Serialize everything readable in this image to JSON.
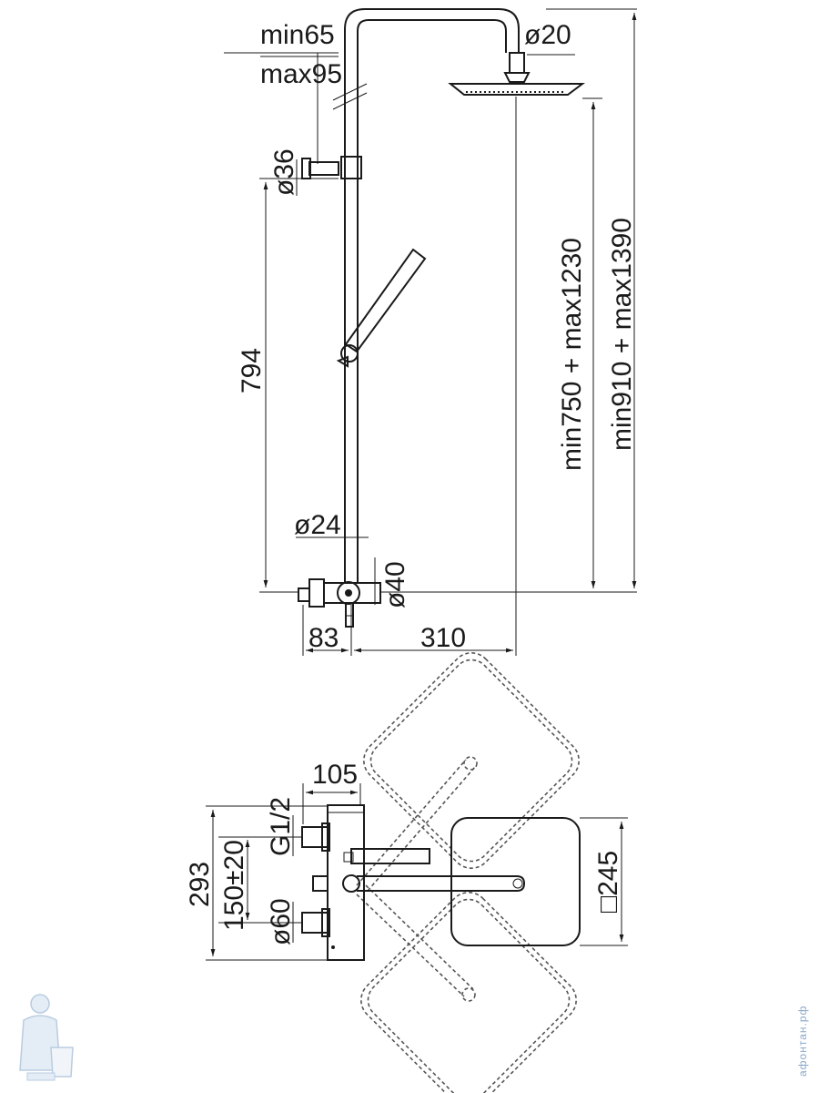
{
  "front_view": {
    "min_offset": "min65",
    "max_offset": "max95",
    "head_connector_diameter": "ø20",
    "bracket_diameter": "ø36",
    "rail_length": "794",
    "pipe_diameter": "ø24",
    "mixer_diameter": "ø40",
    "wall_to_axis": "83",
    "arm_reach": "310",
    "height_head": "min750 + max1230",
    "height_total": "min910 + max1390"
  },
  "top_view": {
    "mixer_depth": "105",
    "overall_width": "293",
    "inlet_spacing": "150±20",
    "thread": "G1/2",
    "cover_diameter": "ø60",
    "head_size": "□245"
  },
  "watermark": "афонтан.рф"
}
